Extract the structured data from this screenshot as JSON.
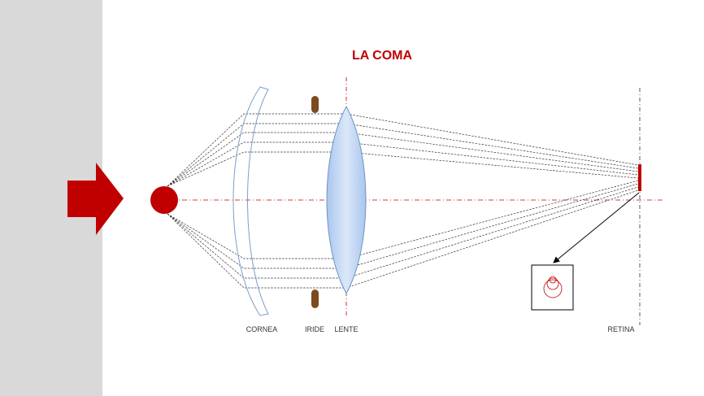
{
  "title": "LA COMA",
  "labels": {
    "cornea": "CORNEA",
    "iride": "IRIDE",
    "lente": "LENTE",
    "retina": "RETINA"
  },
  "colors": {
    "accent": "#c00000",
    "lens_fill": "#bdd4f1",
    "lens_stroke": "#6f93c7",
    "cornea_stroke": "#7aa0c8",
    "iris": "#7b4a1e",
    "side_panel": "#d9d9d9",
    "rays": "#333333"
  },
  "icons": {
    "arrow": "right-arrow-icon",
    "source": "light-source-dot",
    "inset": "coma-spot-inset"
  }
}
